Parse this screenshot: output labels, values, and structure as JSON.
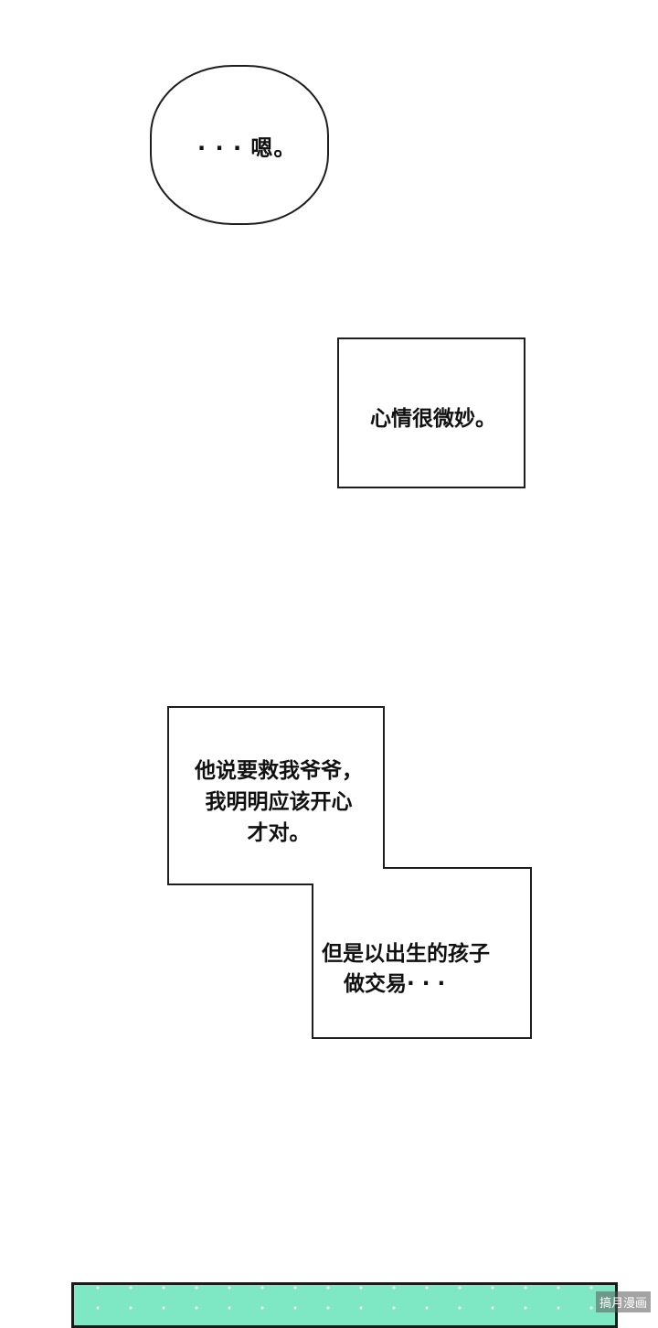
{
  "panel_1": {
    "speech": "· · · 嗯。"
  },
  "panel_2": {
    "narration": "心情很微妙。"
  },
  "panel_3": {
    "narration_a": {
      "line1": "他说要救我爷爷，",
      "line2": "我明明应该开心",
      "line3": "才对。"
    },
    "narration_b": {
      "line1": "但是以出生的孩子",
      "line2": "做交易· · ·"
    }
  },
  "panel_4": {
    "background_color": "#7ee8c4"
  },
  "watermark": "搞月漫画"
}
